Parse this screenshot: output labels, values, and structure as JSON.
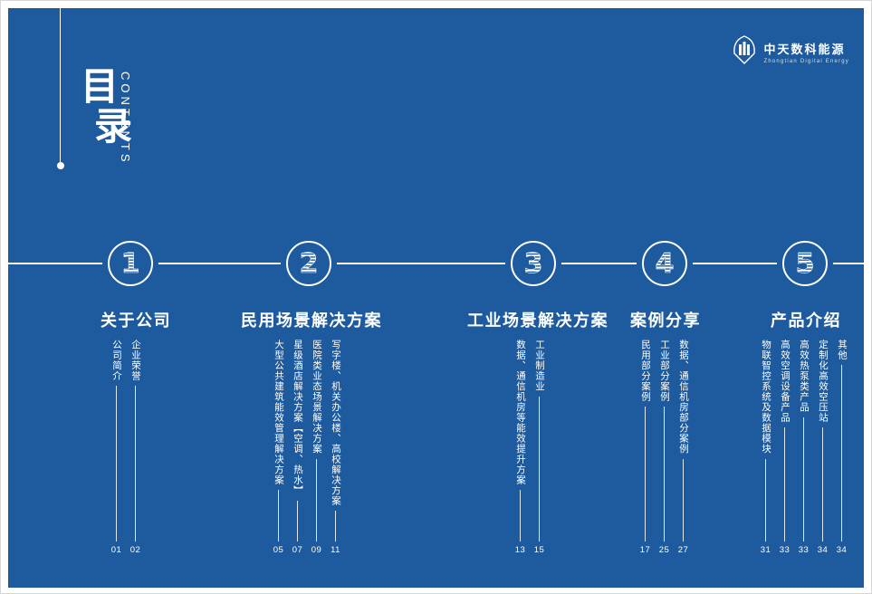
{
  "colors": {
    "background": "#1e5b9e",
    "text": "#ffffff"
  },
  "header": {
    "title_chars": [
      "目",
      "录"
    ],
    "subtitle": "CONTENTS"
  },
  "logo": {
    "name": "中天数科能源",
    "subtitle": "Zhongtian Digital Energy"
  },
  "sections": [
    {
      "number": "1",
      "title": "关于公司",
      "items": [
        {
          "label": "公司简介",
          "page": "01"
        },
        {
          "label": "企业荣誉",
          "page": "02"
        }
      ]
    },
    {
      "number": "2",
      "title": "民用场景解决方案",
      "items": [
        {
          "label": "大型公共建筑能效管理解决方案",
          "page": "05"
        },
        {
          "label": "星级酒店解决方案【空调、热水】",
          "page": "07"
        },
        {
          "label": "医院类业态场景解决方案",
          "page": "09"
        },
        {
          "label": "写字楼、机关办公楼、高校解决方案",
          "page": "11"
        }
      ]
    },
    {
      "number": "3",
      "title": "工业场景解决方案",
      "items": [
        {
          "label": "数据、通信机房等能效提升方案",
          "page": "13"
        },
        {
          "label": "工业制造业",
          "page": "15"
        }
      ]
    },
    {
      "number": "4",
      "title": "案例分享",
      "items": [
        {
          "label": "民用部分案例",
          "page": "17"
        },
        {
          "label": "工业部分案例",
          "page": "25"
        },
        {
          "label": "数据、通信机房部分案例",
          "page": "27"
        }
      ]
    },
    {
      "number": "5",
      "title": "产品介绍",
      "items": [
        {
          "label": "物联智控系统及数据模块",
          "page": "31"
        },
        {
          "label": "高效空调设备产品",
          "page": "33"
        },
        {
          "label": "高效热泵类产品",
          "page": "33"
        },
        {
          "label": "定制化高效空压站",
          "page": "34"
        },
        {
          "label": "其他",
          "page": "34"
        }
      ]
    }
  ]
}
